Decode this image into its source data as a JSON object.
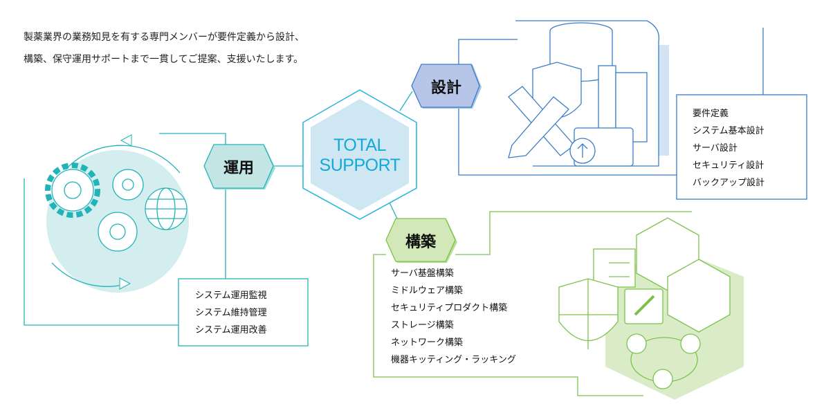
{
  "intro": {
    "line1": "製薬業界の業務知見を有する専門メンバーが要件定義から設計、",
    "line2": "構築、保守運用サポートまで一貫してご提案、支援いたします。"
  },
  "center": {
    "line1": "TOTAL",
    "line2": "SUPPORT"
  },
  "design": {
    "label": "設計",
    "items": [
      "要件定義",
      "システム基本設計",
      "サーバ設計",
      "セキュリティ設計",
      "バックアップ設計"
    ]
  },
  "operation": {
    "label": "運用",
    "items": [
      "システム運用監視",
      "システム維持管理",
      "システム運用改善"
    ]
  },
  "build": {
    "label": "構築",
    "items": [
      "サーバ基盤構築",
      "ミドルウェア構築",
      "セキュリティプロダクト構築",
      "ストレージ構築",
      "ネットワーク構築",
      "機器キッティング・ラッキング"
    ]
  },
  "colors": {
    "teal": "#22b3b8",
    "blue": "#3a7cc8",
    "green": "#7cc24a",
    "center": "#13a9d8"
  }
}
